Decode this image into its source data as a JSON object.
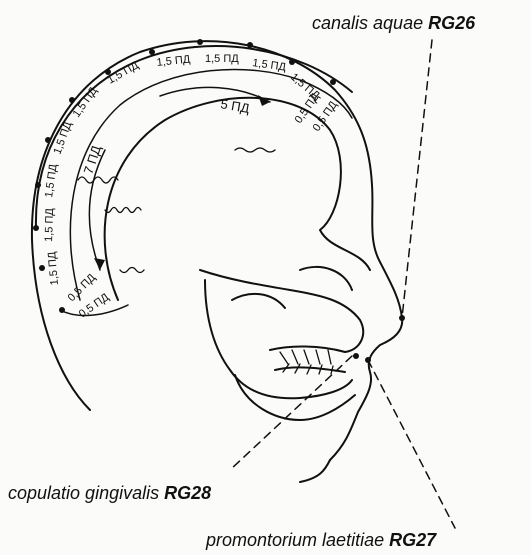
{
  "callouts": {
    "rg26": {
      "name": "canalis aquae",
      "code": "RG26"
    },
    "rg28": {
      "name": "copulatio gingivalis",
      "code": "RG28"
    },
    "rg27": {
      "name": "promontorium laetitiae",
      "code": "RG27"
    }
  },
  "measure_labels": {
    "crown_top": [
      "1,5 ПД",
      "1,5 ПД",
      "1,5 ПД"
    ],
    "crown_front": [
      "1,5 ПД",
      "0,5 ПД",
      "0,5 ПД"
    ],
    "back": [
      "1,5 ПД",
      "1,5 ПД",
      "1,5 ПД",
      "1,5 ПД",
      "1,5 ПД",
      "1,5 ПД"
    ],
    "back_lower": [
      "0,5 ПД",
      "0,5 ПД"
    ],
    "inner_arc": "5 ПД",
    "inner_back": "7 ПД"
  },
  "colors": {
    "ink": "#111111",
    "paper": "#fbfbf9"
  }
}
